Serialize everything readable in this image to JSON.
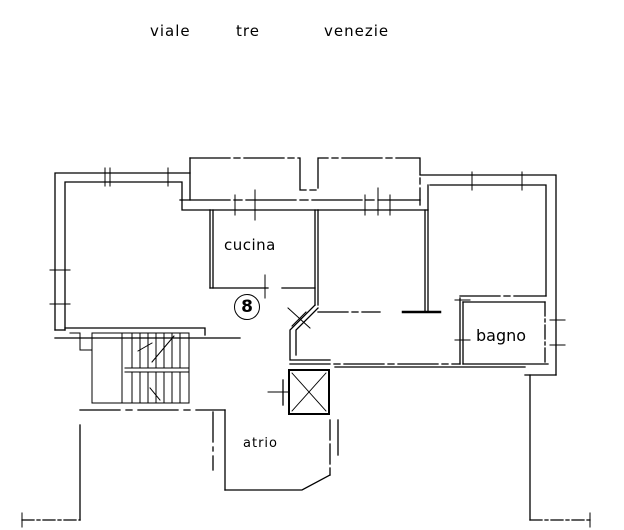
{
  "street": {
    "words": [
      "viale",
      "tre",
      "venezie"
    ],
    "full": "viale tre venezie"
  },
  "rooms": {
    "kitchen": "cucina",
    "bathroom": "bagno",
    "lobby": "atrio"
  },
  "unit": {
    "number": "8"
  },
  "colors": {
    "line": "#000000",
    "background": "#ffffff"
  }
}
